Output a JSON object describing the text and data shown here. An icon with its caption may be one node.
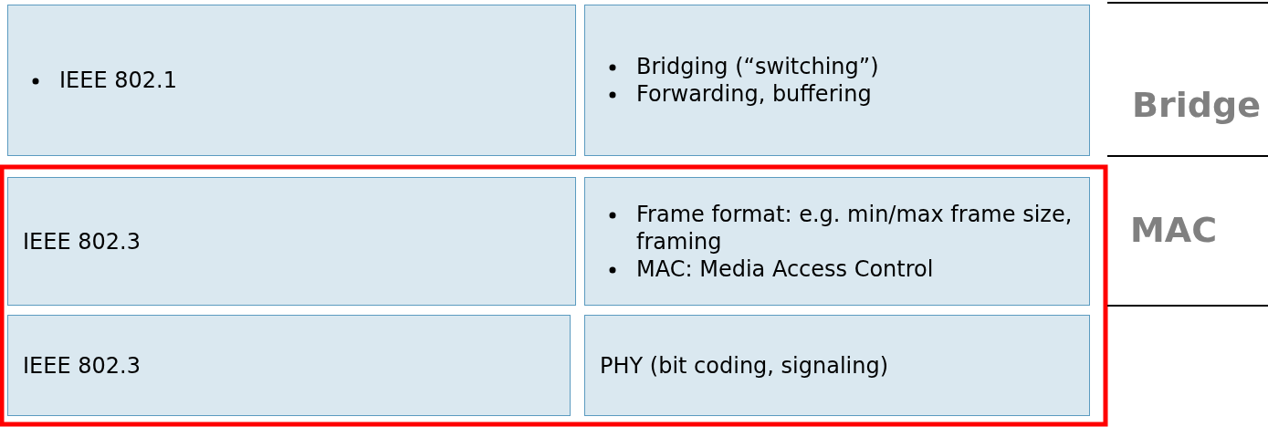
{
  "diagram": {
    "nodes": [
      {
        "text": [
          "IEEE 802.1"
        ]
      },
      {
        "text": [
          "Bridging (“switching”)",
          "Forwarding, buffering"
        ]
      },
      {
        "text": [
          "IEEE 802.3"
        ]
      },
      {
        "text": [
          "Frame format: e.g. min/max frame size, framing",
          "MAC: Media Access Control"
        ]
      },
      {
        "text": [
          "IEEE 802.3"
        ]
      },
      {
        "text": [
          "PHY (bit coding, signaling)"
        ]
      }
    ],
    "edges": [],
    "labels": [
      "Bridge",
      "MAC"
    ]
  }
}
